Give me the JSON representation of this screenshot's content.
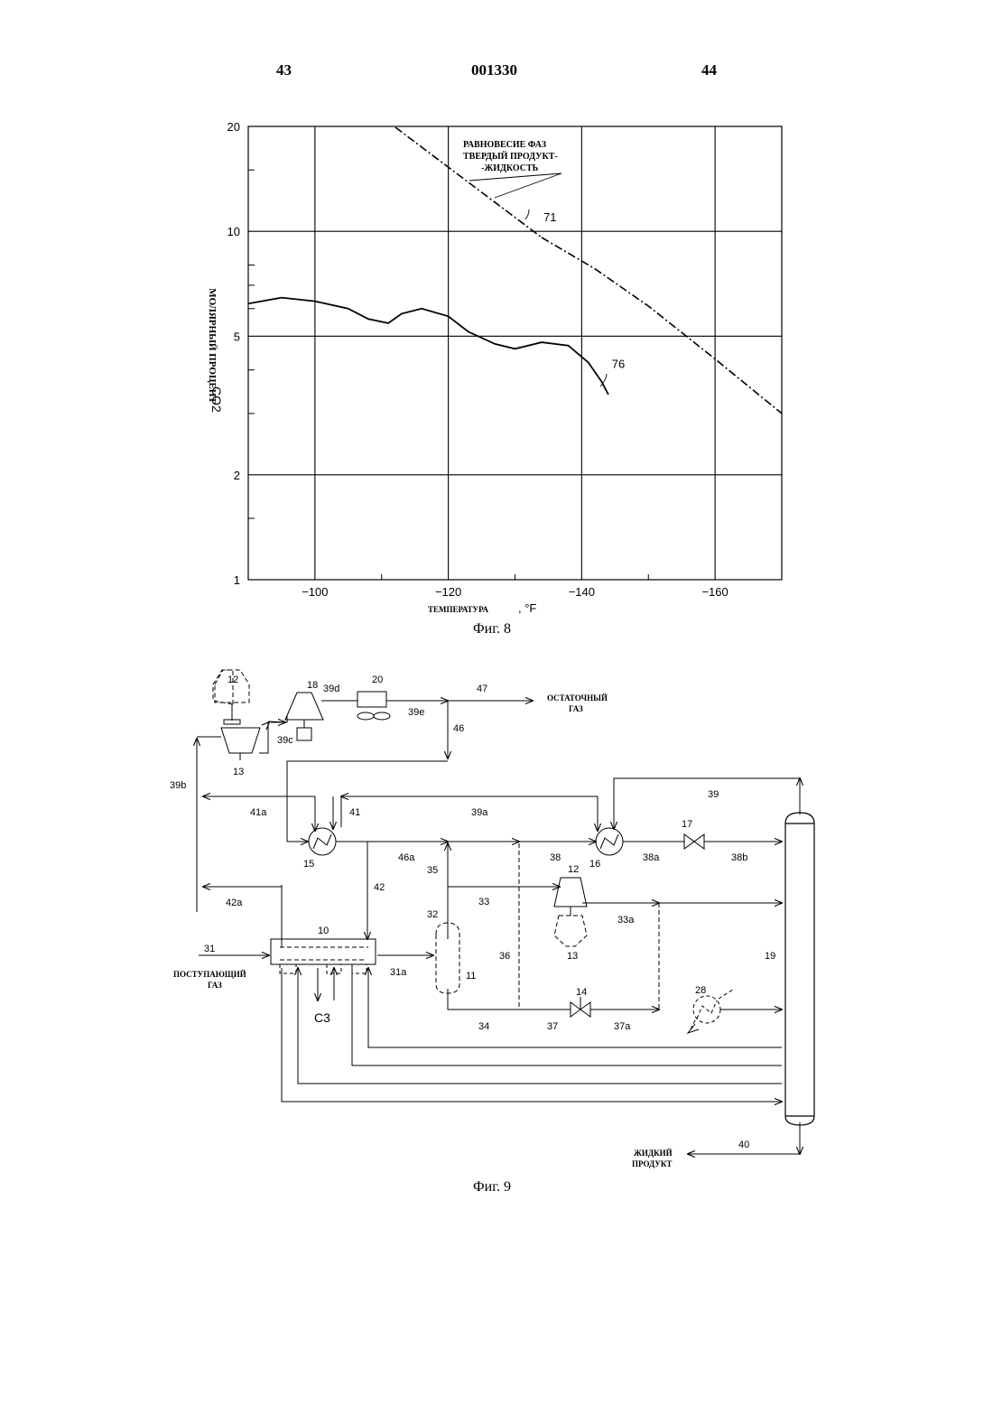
{
  "header": {
    "left_page": "43",
    "doc_number": "001330",
    "right_page": "44"
  },
  "fig8": {
    "caption": "Фиг. 8",
    "chart_data": {
      "type": "line",
      "xlabel": "ТЕМПЕРАТУРА",
      "xunit": ", °F",
      "ylabel": "МОЛЯРНЫЙ ПРОЦЕНТ",
      "ylabel2": "CO2",
      "x_ticks": [
        "−100",
        "−120",
        "−140",
        "−160"
      ],
      "y_ticks": [
        "1",
        "2",
        "5",
        "10",
        "20"
      ],
      "xlim": [
        -90,
        -170
      ],
      "ylim": [
        1,
        20
      ],
      "y_scale": "log",
      "annotation": [
        "РАВНОВЕСИЕ ФАЗ",
        "ТВЕРДЫЙ ПРОДУКТ-",
        "-ЖИДКОСТЬ"
      ],
      "series": [
        {
          "name": "71",
          "style": "dash-dot",
          "x": [
            -134,
            -142,
            -150,
            -160,
            -170
          ],
          "y": [
            9.6,
            7.8,
            6.1,
            4.3,
            3.0
          ]
        },
        {
          "name": "76",
          "style": "solid",
          "x": [
            -90,
            -95,
            -100,
            -105,
            -108,
            -111,
            -113,
            -116,
            -120,
            -123,
            -127,
            -130,
            -134,
            -138,
            -141,
            -143,
            -144
          ],
          "y": [
            6.2,
            6.45,
            6.3,
            6.0,
            5.6,
            5.45,
            5.8,
            6.0,
            5.7,
            5.15,
            4.75,
            4.6,
            4.8,
            4.7,
            4.2,
            3.7,
            3.4
          ]
        }
      ]
    }
  },
  "fig9": {
    "caption": "Фиг. 9",
    "labels": {
      "residual_gas": [
        "ОСТАТОЧНЫЙ",
        "ГАЗ"
      ],
      "feed_gas": [
        "ПОСТУПАЮЩИЙ",
        "ГАЗ"
      ],
      "liquid_product": [
        "ЖИДКИЙ",
        "ПРОДУКТ"
      ],
      "c3": "C3"
    },
    "equipment": [
      "10",
      "11",
      "12",
      "13",
      "14",
      "15",
      "16",
      "17",
      "18",
      "19",
      "20",
      "28",
      "12",
      "13"
    ],
    "streams": [
      "31",
      "31a",
      "32",
      "33",
      "33a",
      "34",
      "35",
      "36",
      "37",
      "37a",
      "38",
      "38a",
      "38b",
      "39",
      "39a",
      "39b",
      "39c",
      "39d",
      "39e",
      "40",
      "41",
      "41a",
      "42",
      "42a",
      "46",
      "46a",
      "47"
    ]
  }
}
